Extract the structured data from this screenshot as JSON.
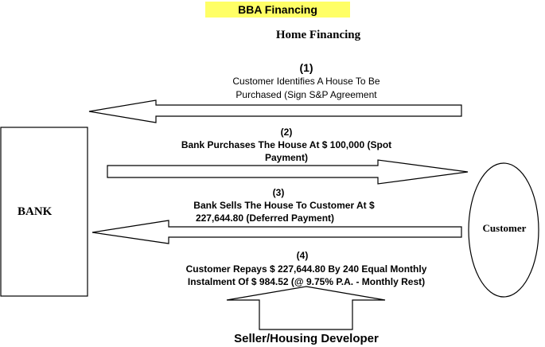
{
  "header": {
    "banner_title": "BBA Financing",
    "banner_color": "#ffff66",
    "subtitle": "Home Financing"
  },
  "nodes": {
    "bank": "BANK",
    "customer": "Customer",
    "seller": "Seller/Housing Developer"
  },
  "steps": [
    {
      "number": "(1)",
      "line1": "Customer Identifies A House To Be",
      "line2": "Purchased (Sign S&P Agreement"
    },
    {
      "number": "(2)",
      "line1": "Bank Purchases The House At $ 100,000 (Spot",
      "line2": "Payment)"
    },
    {
      "number": "(3)",
      "line1": "Bank Sells The House To Customer At $",
      "line2": "227,644.80 (Deferred Payment)"
    },
    {
      "number": "(4)",
      "line1": "Customer Repays $ 227,644.80 By 240 Equal Monthly",
      "line2": "Instalment Of $ 984.52 (@ 9.75% P.A. - Monthly Rest)"
    }
  ]
}
